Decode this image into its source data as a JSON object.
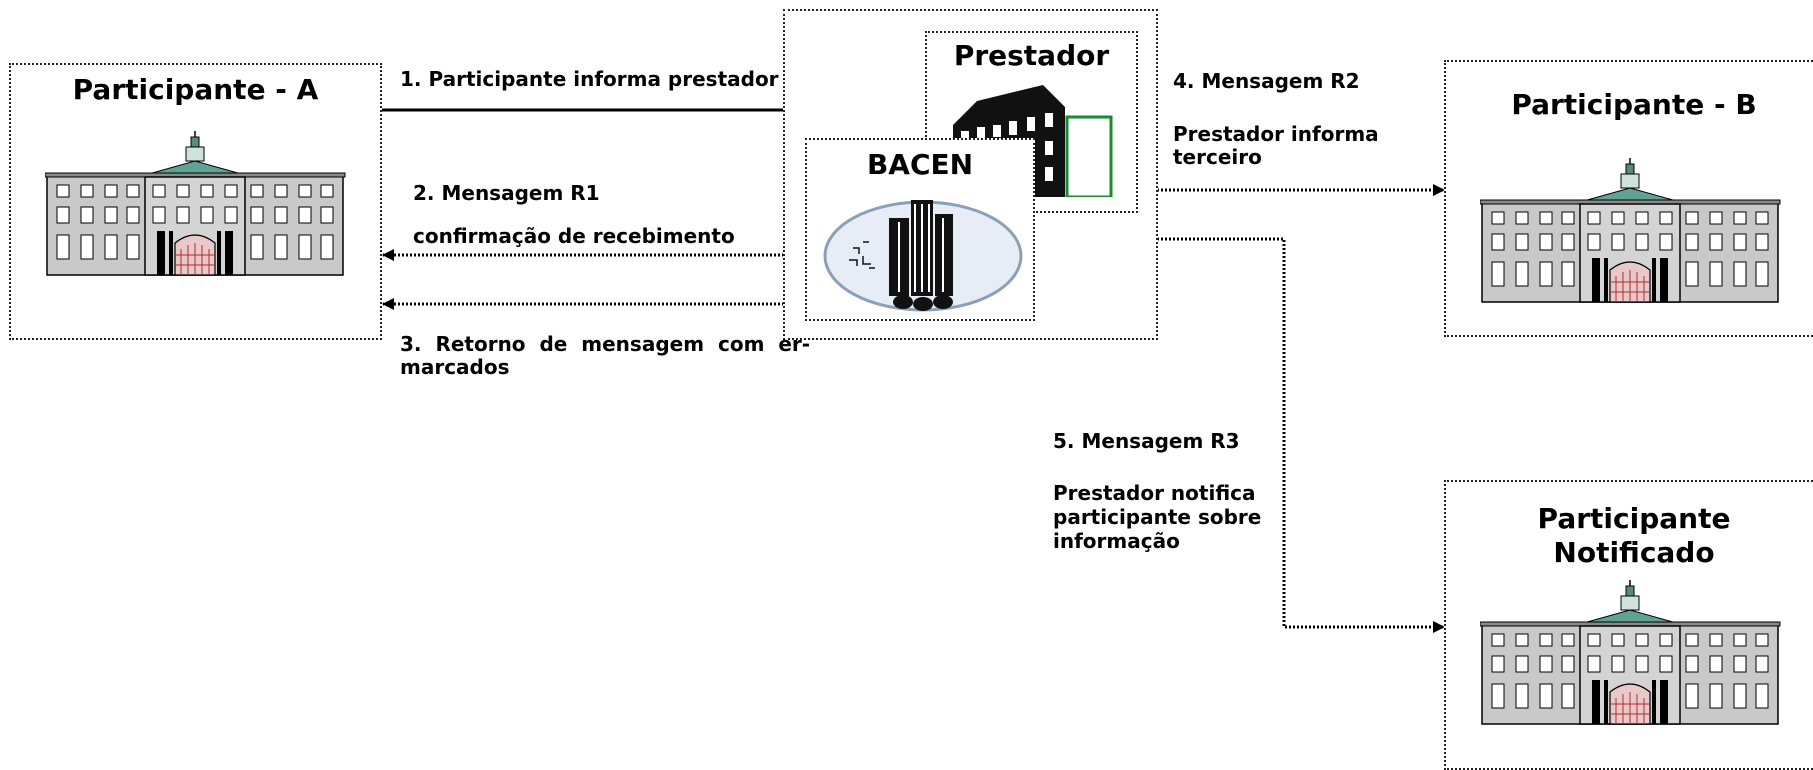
{
  "participants": {
    "a": {
      "title": "Participante  - A"
    },
    "b": {
      "title": "Participante  - B"
    },
    "notified": {
      "title_line1": "Participante",
      "title_line2": "Notificado"
    }
  },
  "center": {
    "prestador_title": "Prestador",
    "bacen_title": "BACEN",
    "green_accent": "#1a8a2e"
  },
  "messages": {
    "m1": {
      "text": "1. Participante  informa prestador"
    },
    "m2": {
      "title": "2. Mensagem R1",
      "text": "confirmação de recebimento"
    },
    "m3": {
      "line1": "3.  Retorno  de  mensagem  com  er-",
      "line2": "marcados"
    },
    "m4": {
      "title": "4. Mensagem R2",
      "line1": "Prestador informa",
      "line2": "terceiro"
    },
    "m5": {
      "title": "5. Mensagem R3",
      "line1": "Prestador notifica",
      "line2": "participante sobre",
      "line3": "informação"
    }
  }
}
